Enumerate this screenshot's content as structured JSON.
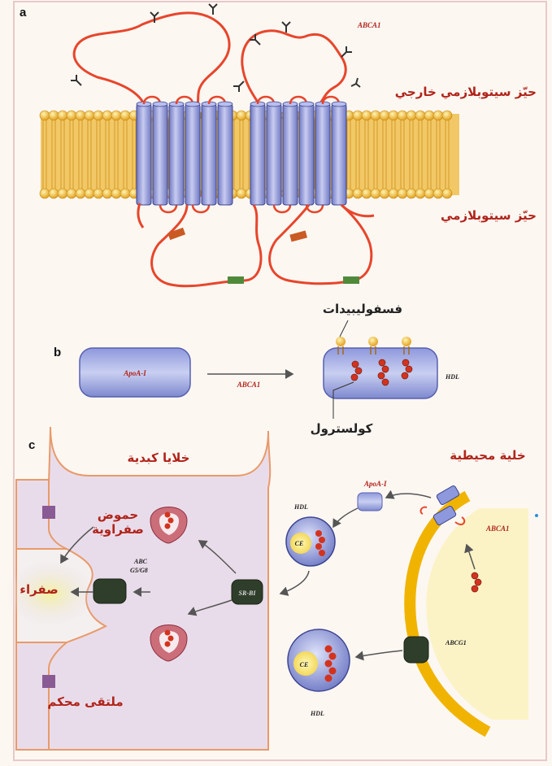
{
  "panels": {
    "a": "a",
    "b": "b",
    "c": "c"
  },
  "panel_a": {
    "protein_label": "ABCA1",
    "extracellular": "حيّز سيتوبلازمي خارجي",
    "cytoplasmic": "حيّز سيتوبلازمي"
  },
  "panel_b": {
    "apoa_label": "ApoA-I",
    "arrow_label": "ABCA1",
    "hdl_label": "HDL",
    "phospholipids": "فسفوليبيدات",
    "cholesterol": "كولسترول"
  },
  "panel_c": {
    "liver_cells": "خلايا كبدية",
    "peripheral_cell": "خلية محيطية",
    "bile_acids_line1": "حموض",
    "bile_acids_line2": "صفراوية",
    "bile": "صفراء",
    "tight_junction": "ملتقى محكم",
    "abc_label_line1": "ABC",
    "abc_label_line2": "G5/G8",
    "srbi_label": "SR-BI",
    "apoa_label": "ApoA-I",
    "hdl_top": "HDL",
    "hdl_bottom": "HDL",
    "ce_label": "CE",
    "abca1_label": "ABCA1",
    "abcg1_label": "ABCG1"
  },
  "colors": {
    "membrane": "#e8a12a",
    "helix": "#8f98d6",
    "loop": "#e7462b",
    "cell_bg": "#e9dcea",
    "cell_border": "#e89a6a"
  }
}
